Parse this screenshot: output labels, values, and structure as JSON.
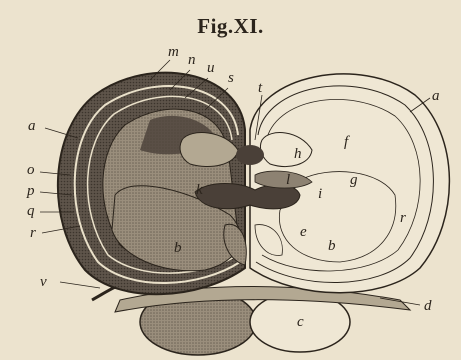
{
  "figure": {
    "title": "Fig.XI.",
    "labels": {
      "m": "m",
      "n": "n",
      "u": "u",
      "s": "s",
      "t": "t",
      "a_left": "a",
      "a_right": "a",
      "o": "o",
      "p": "p",
      "q": "q",
      "r_left": "r",
      "r_right": "r",
      "v": "v",
      "h": "h",
      "f": "f",
      "l": "l",
      "g": "g",
      "k": "k",
      "i": "i",
      "e": "e",
      "b_left": "b",
      "b_right": "b",
      "c": "c",
      "d": "d"
    }
  },
  "colors": {
    "paper": "#ece3ce",
    "ink": "#2b241c",
    "dark_fill": "#4a4038",
    "mid_fill": "#8d8272"
  }
}
